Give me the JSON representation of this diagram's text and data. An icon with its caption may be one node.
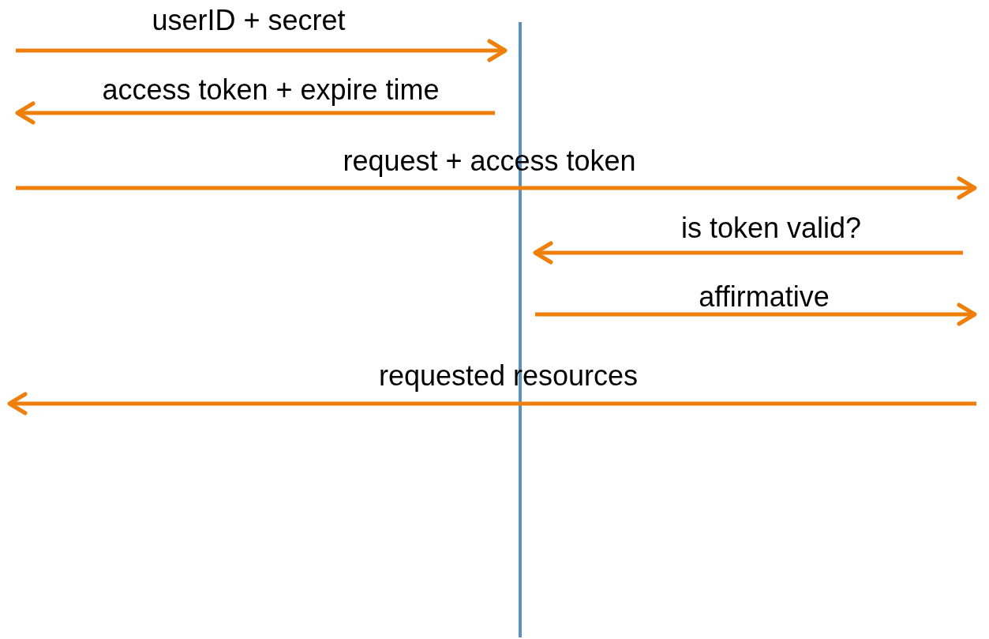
{
  "diagram": {
    "labels": [
      "userID + secret",
      "access token + expire time",
      "request + access token",
      "is token valid?",
      "affirmative",
      "requested resources"
    ]
  }
}
